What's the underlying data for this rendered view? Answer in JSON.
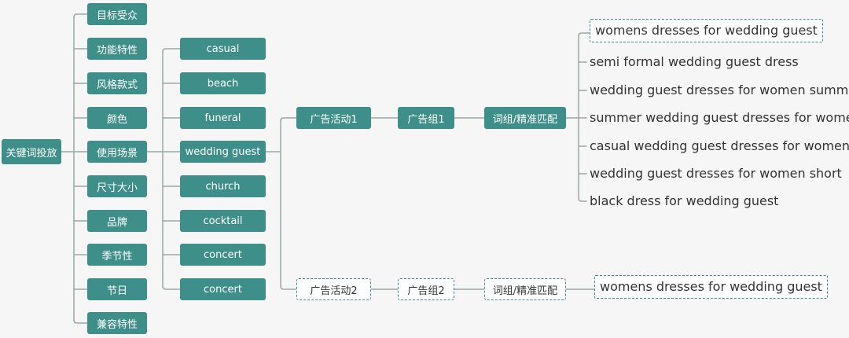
{
  "root": "关键词投放",
  "categories": [
    "目标受众",
    "功能特性",
    "风格款式",
    "颜色",
    "使用场景",
    "尺寸大小",
    "品牌",
    "季节性",
    "节日",
    "兼容特性"
  ],
  "scenes": [
    "casual",
    "beach",
    "funeral",
    "wedding guest",
    "church",
    "cocktail",
    "concert",
    "concert"
  ],
  "campaign1": {
    "name": "广告活动1",
    "group": "广告组1",
    "match": "词组/精准匹配"
  },
  "campaign2": {
    "name": "广告活动2",
    "group": "广告组2",
    "match": "词组/精准匹配"
  },
  "keywords1": [
    "womens dresses for wedding guest",
    "semi formal wedding guest dress",
    "wedding guest dresses for women summer",
    "summer wedding guest dresses for women",
    "casual wedding guest dresses for women",
    "wedding guest dresses for women short",
    "black dress for wedding guest"
  ],
  "keywords2": [
    "womens dresses for wedding guest"
  ],
  "colors": {
    "node": "#3e8e8a",
    "line": "#9aa8a6",
    "background": "#f6f6f6"
  }
}
